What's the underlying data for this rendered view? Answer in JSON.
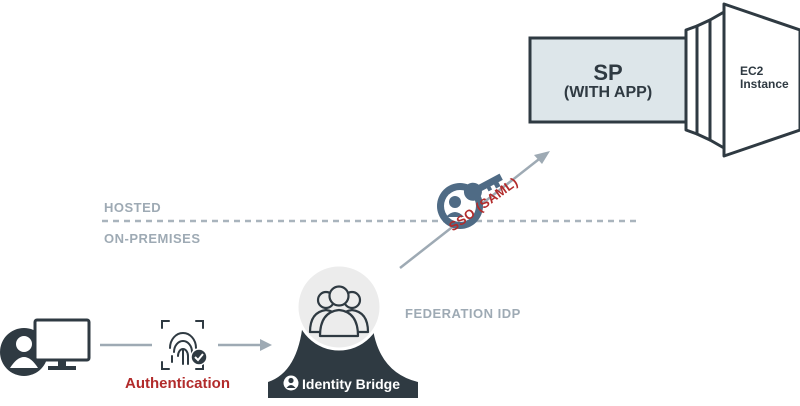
{
  "zones": {
    "hosted": "HOSTED",
    "on_premises": "ON-PREMISES"
  },
  "sp": {
    "title": "SP",
    "subtitle": "(WITH APP)"
  },
  "ec2": {
    "line1": "EC2",
    "line2": "Instance"
  },
  "sso": {
    "label": "SSO (SAML)"
  },
  "federation": {
    "label": "FEDERATION IDP"
  },
  "auth": {
    "label": "Authentication"
  },
  "identity_bridge": {
    "label": "Identity Bridge"
  },
  "colors": {
    "dark": "#2f3a42",
    "line": "#9eaab4",
    "sp_fill": "#dde6ea",
    "accent_red": "#b22b2b",
    "circle_fill": "#ececec",
    "key_blue": "#4f6b85"
  },
  "icons": [
    "user-icon",
    "monitor-icon",
    "fingerprint-icon",
    "check-icon",
    "users-group-icon",
    "key-icon",
    "arrow-icon"
  ]
}
